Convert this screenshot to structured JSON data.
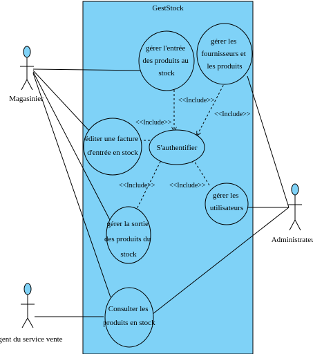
{
  "system": {
    "title": "GestStock",
    "fill": "#7FD2F7"
  },
  "actors": {
    "magasinier": "Magasinier",
    "administrateur": "Administrateur",
    "agent": "Agent du service vente"
  },
  "use_cases": {
    "gerer_entree": [
      "gérer l'entrée",
      "des produits au",
      "stock"
    ],
    "gerer_fournisseurs": [
      "gérer les",
      "fournisseurs et",
      "les produits"
    ],
    "editer_facture": [
      "éditer une facture",
      "d'entrée en stock"
    ],
    "authentifier": [
      "S'authentifier"
    ],
    "gerer_utilisateurs": [
      "gérer les",
      "utilisateurs"
    ],
    "gerer_sortie": [
      "gérer la sortie",
      "des produits du",
      "stock"
    ],
    "consulter": [
      "Consulter les",
      "produits en stock"
    ]
  },
  "include_labels": {
    "entree": "<<Include>>",
    "fournisseurs": "<<Include>>",
    "facture": "<<Include>>",
    "sortie": "<<Include>>",
    "utilisateurs": "<<Include>>"
  },
  "colors": {
    "actor_head": "#7FD2F7",
    "line": "#000000"
  }
}
